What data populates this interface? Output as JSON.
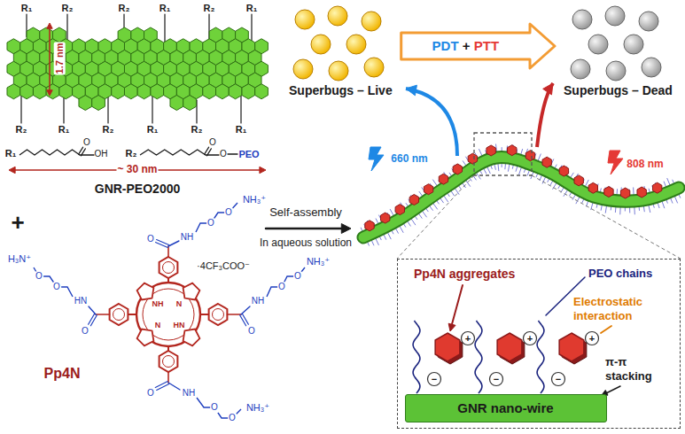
{
  "diagram": {
    "nodes": [
      {
        "text": [
          "Superbugs – Live"
        ]
      },
      {
        "text": [
          "Superbugs – Dead"
        ]
      },
      {
        "text": [
          "Pp4N aggregates",
          "PEO chains",
          "Electrostatic interaction",
          "π-π stacking"
        ]
      },
      {
        "text": [
          "GNR nano-wire"
        ],
        "in": 2
      }
    ],
    "edges": [
      {
        "from": 0,
        "to": 1,
        "arrow": "to",
        "label": "PDT + PTT"
      }
    ],
    "labels": [
      "R₁",
      "R₂",
      "R₂",
      "R₁",
      "R₂",
      "R₁",
      "R₂",
      "R₁",
      "R₂",
      "R₁",
      "R₂",
      "R₁",
      "1.7 nm",
      "R₁",
      "O",
      "OH",
      "R₂",
      "O",
      "O",
      "PEO",
      "~ 30 nm",
      "GNR-PEO2000",
      "+",
      "Pp4N",
      "·4CF₃COO⁻",
      "NH",
      "N",
      "HN",
      "N",
      "O",
      "NH",
      "O",
      "O",
      "NH₃⁺",
      "O",
      "NH",
      "O",
      "O",
      "NH₃⁺",
      "O",
      "NH",
      "O",
      "O",
      "NH₃⁺",
      "O",
      "HN",
      "O",
      "O",
      "H₃N⁺",
      "Self-assembly",
      "In aqueous solution",
      "660 nm",
      "808 nm",
      "+",
      "+",
      "+",
      "−",
      "−",
      "−"
    ]
  }
}
